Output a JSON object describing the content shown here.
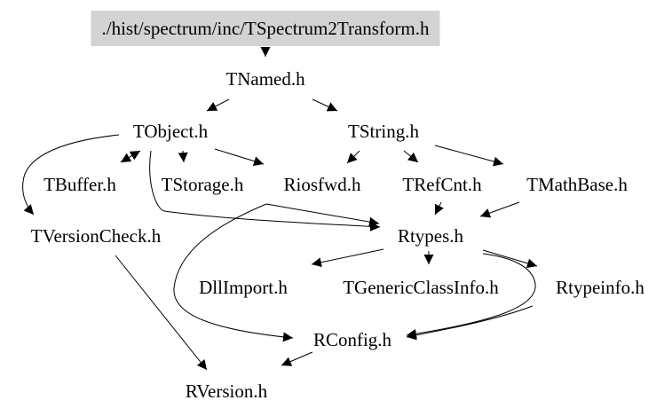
{
  "graph": {
    "root": "./hist/spectrum/inc/TSpectrum2Transform.h",
    "nodes": {
      "tnamed": "TNamed.h",
      "tobject": "TObject.h",
      "tstring": "TString.h",
      "tbuffer": "TBuffer.h",
      "tstorage": "TStorage.h",
      "riosfwd": "Riosfwd.h",
      "trefcnt": "TRefCnt.h",
      "tmathbase": "TMathBase.h",
      "tversioncheck": "TVersionCheck.h",
      "rtypes": "Rtypes.h",
      "dllimport": "DllImport.h",
      "tgenericclassinfo": "TGenericClassInfo.h",
      "rtypeinfo": "Rtypeinfo.h",
      "rconfig": "RConfig.h",
      "rversion": "RVersion.h"
    },
    "edges": [
      [
        "root",
        "tnamed"
      ],
      [
        "tnamed",
        "tobject"
      ],
      [
        "tnamed",
        "tstring"
      ],
      [
        "tobject",
        "tbuffer"
      ],
      [
        "tobject",
        "tstorage"
      ],
      [
        "tobject",
        "riosfwd"
      ],
      [
        "tobject",
        "tversioncheck"
      ],
      [
        "tobject",
        "rtypes"
      ],
      [
        "tstring",
        "riosfwd"
      ],
      [
        "tstring",
        "trefcnt"
      ],
      [
        "tstring",
        "tmathbase"
      ],
      [
        "trefcnt",
        "rtypes"
      ],
      [
        "tmathbase",
        "rtypes"
      ],
      [
        "riosfwd",
        "rtypes"
      ],
      [
        "riosfwd",
        "rconfig"
      ],
      [
        "tbuffer",
        "tobject"
      ],
      [
        "tversioncheck",
        "rversion"
      ],
      [
        "rtypes",
        "dllimport"
      ],
      [
        "rtypes",
        "tgenericclassinfo"
      ],
      [
        "rtypes",
        "rtypeinfo"
      ],
      [
        "rtypes",
        "rconfig"
      ],
      [
        "rtypeinfo",
        "rconfig"
      ],
      [
        "rconfig",
        "rversion"
      ]
    ]
  }
}
